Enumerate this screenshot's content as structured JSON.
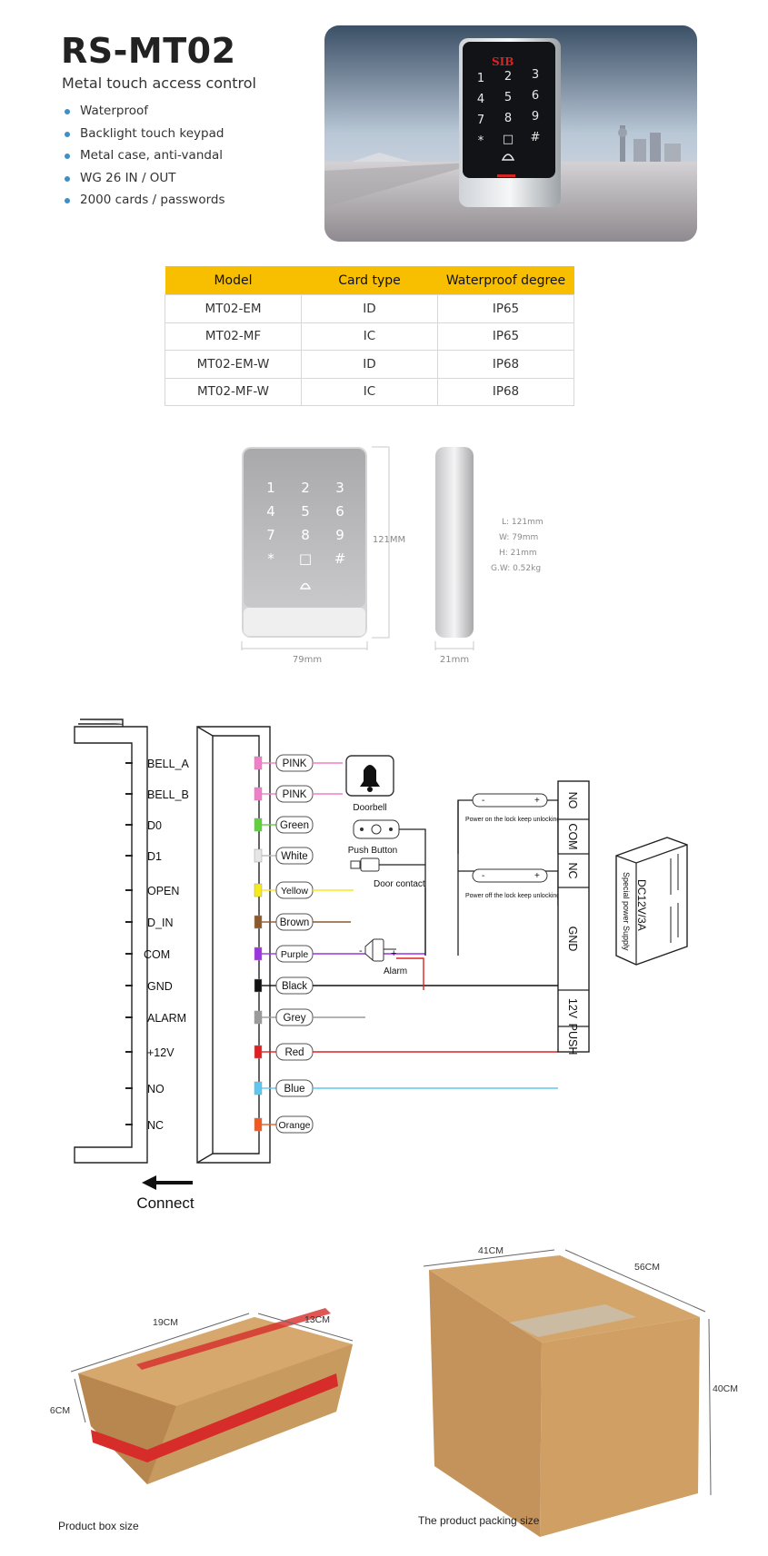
{
  "header": {
    "title": "RS-MT02",
    "subtitle": "Metal touch access control",
    "features": [
      "Waterproof",
      "Backlight touch keypad",
      "Metal case, anti-vandal",
      "WG 26 IN / OUT",
      "2000 cards / passwords"
    ]
  },
  "hero": {
    "brand": "SIB",
    "keys": [
      "1",
      "2",
      "3",
      "4",
      "5",
      "6",
      "7",
      "8",
      "9",
      "*",
      "□",
      "#"
    ]
  },
  "spec_table": {
    "headers": [
      "Model",
      "Card type",
      "Waterproof degree"
    ],
    "rows": [
      [
        "MT02-EM",
        "ID",
        "IP65"
      ],
      [
        "MT02-MF",
        "IC",
        "IP65"
      ],
      [
        "MT02-EM-W",
        "ID",
        "IP68"
      ],
      [
        "MT02-MF-W",
        "IC",
        "IP68"
      ]
    ]
  },
  "dimensions": {
    "height_label": "121MM",
    "width_label": "79mm",
    "depth_label": "21mm",
    "specs": [
      "L: 121mm",
      "W: 79mm",
      "H: 21mm",
      "G.W: 0.52kg"
    ],
    "keys": [
      "1",
      "2",
      "3",
      "4",
      "5",
      "6",
      "7",
      "8",
      "9",
      "*",
      "□",
      "#"
    ]
  },
  "wiring": {
    "terminals": [
      "BELL_A",
      "BELL_B",
      "D0",
      "D1",
      "OPEN",
      "D_IN",
      "COM",
      "GND",
      "ALARM",
      "+12V",
      "NO",
      "NC"
    ],
    "wires": [
      {
        "label": "PINK",
        "color": "#f07ec8"
      },
      {
        "label": "PINK",
        "color": "#f07ec8"
      },
      {
        "label": "Green",
        "color": "#5fd13a"
      },
      {
        "label": "White",
        "color": "#e6e6e6"
      },
      {
        "label": "Yellow",
        "color": "#f5ea1c"
      },
      {
        "label": "Brown",
        "color": "#8a5a2b"
      },
      {
        "label": "Purple",
        "color": "#9a35e0"
      },
      {
        "label": "Black",
        "color": "#111111"
      },
      {
        "label": "Grey",
        "color": "#9a9a9a"
      },
      {
        "label": "Red",
        "color": "#e02020"
      },
      {
        "label": "Blue",
        "color": "#5cc8f0"
      },
      {
        "label": "Orange",
        "color": "#f05a20"
      }
    ],
    "doorbell": "Doorbell",
    "push_button": "Push Button",
    "door_contact": "Door contact",
    "alarm": "Alarm",
    "alarm_minus": "-",
    "alarm_plus": "+",
    "lock_on": "Power on the lock keep unlocking",
    "lock_off": "Power off the lock keep unlocking",
    "lock_minus": "-",
    "lock_plus": "+",
    "psu_terminals": [
      "NO",
      "COM",
      "NC",
      "GND",
      "12V",
      "PUSH"
    ],
    "psu_label_1": "DC12V/3A",
    "psu_label_2": "Special power Supply",
    "connect": "Connect"
  },
  "packaging": {
    "small_box": {
      "length": "19CM",
      "width": "13CM",
      "height": "6CM",
      "caption": "Product box size"
    },
    "large_box": {
      "length": "41CM",
      "width": "56CM",
      "height": "40CM",
      "caption": "The product packing size"
    }
  }
}
